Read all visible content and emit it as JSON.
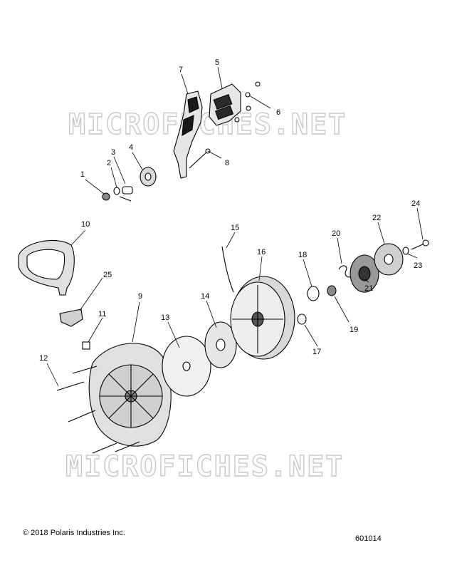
{
  "watermark": "MICROFICHES.NET",
  "callouts": {
    "p1": "1",
    "p2": "2",
    "p3": "3",
    "p4": "4",
    "p5": "5",
    "p6": "6",
    "p7": "7",
    "p8": "8",
    "p9": "9",
    "p10": "10",
    "p11": "11",
    "p12": "12",
    "p13": "13",
    "p14": "14",
    "p15": "15",
    "p16": "16",
    "p17": "17",
    "p18": "18",
    "p19": "19",
    "p20": "20",
    "p21": "21",
    "p22": "22",
    "p23": "23",
    "p24": "24",
    "p25": "25"
  },
  "footer": {
    "copyright": "© 2018 Polaris Industries Inc.",
    "figure_number": "601014"
  }
}
